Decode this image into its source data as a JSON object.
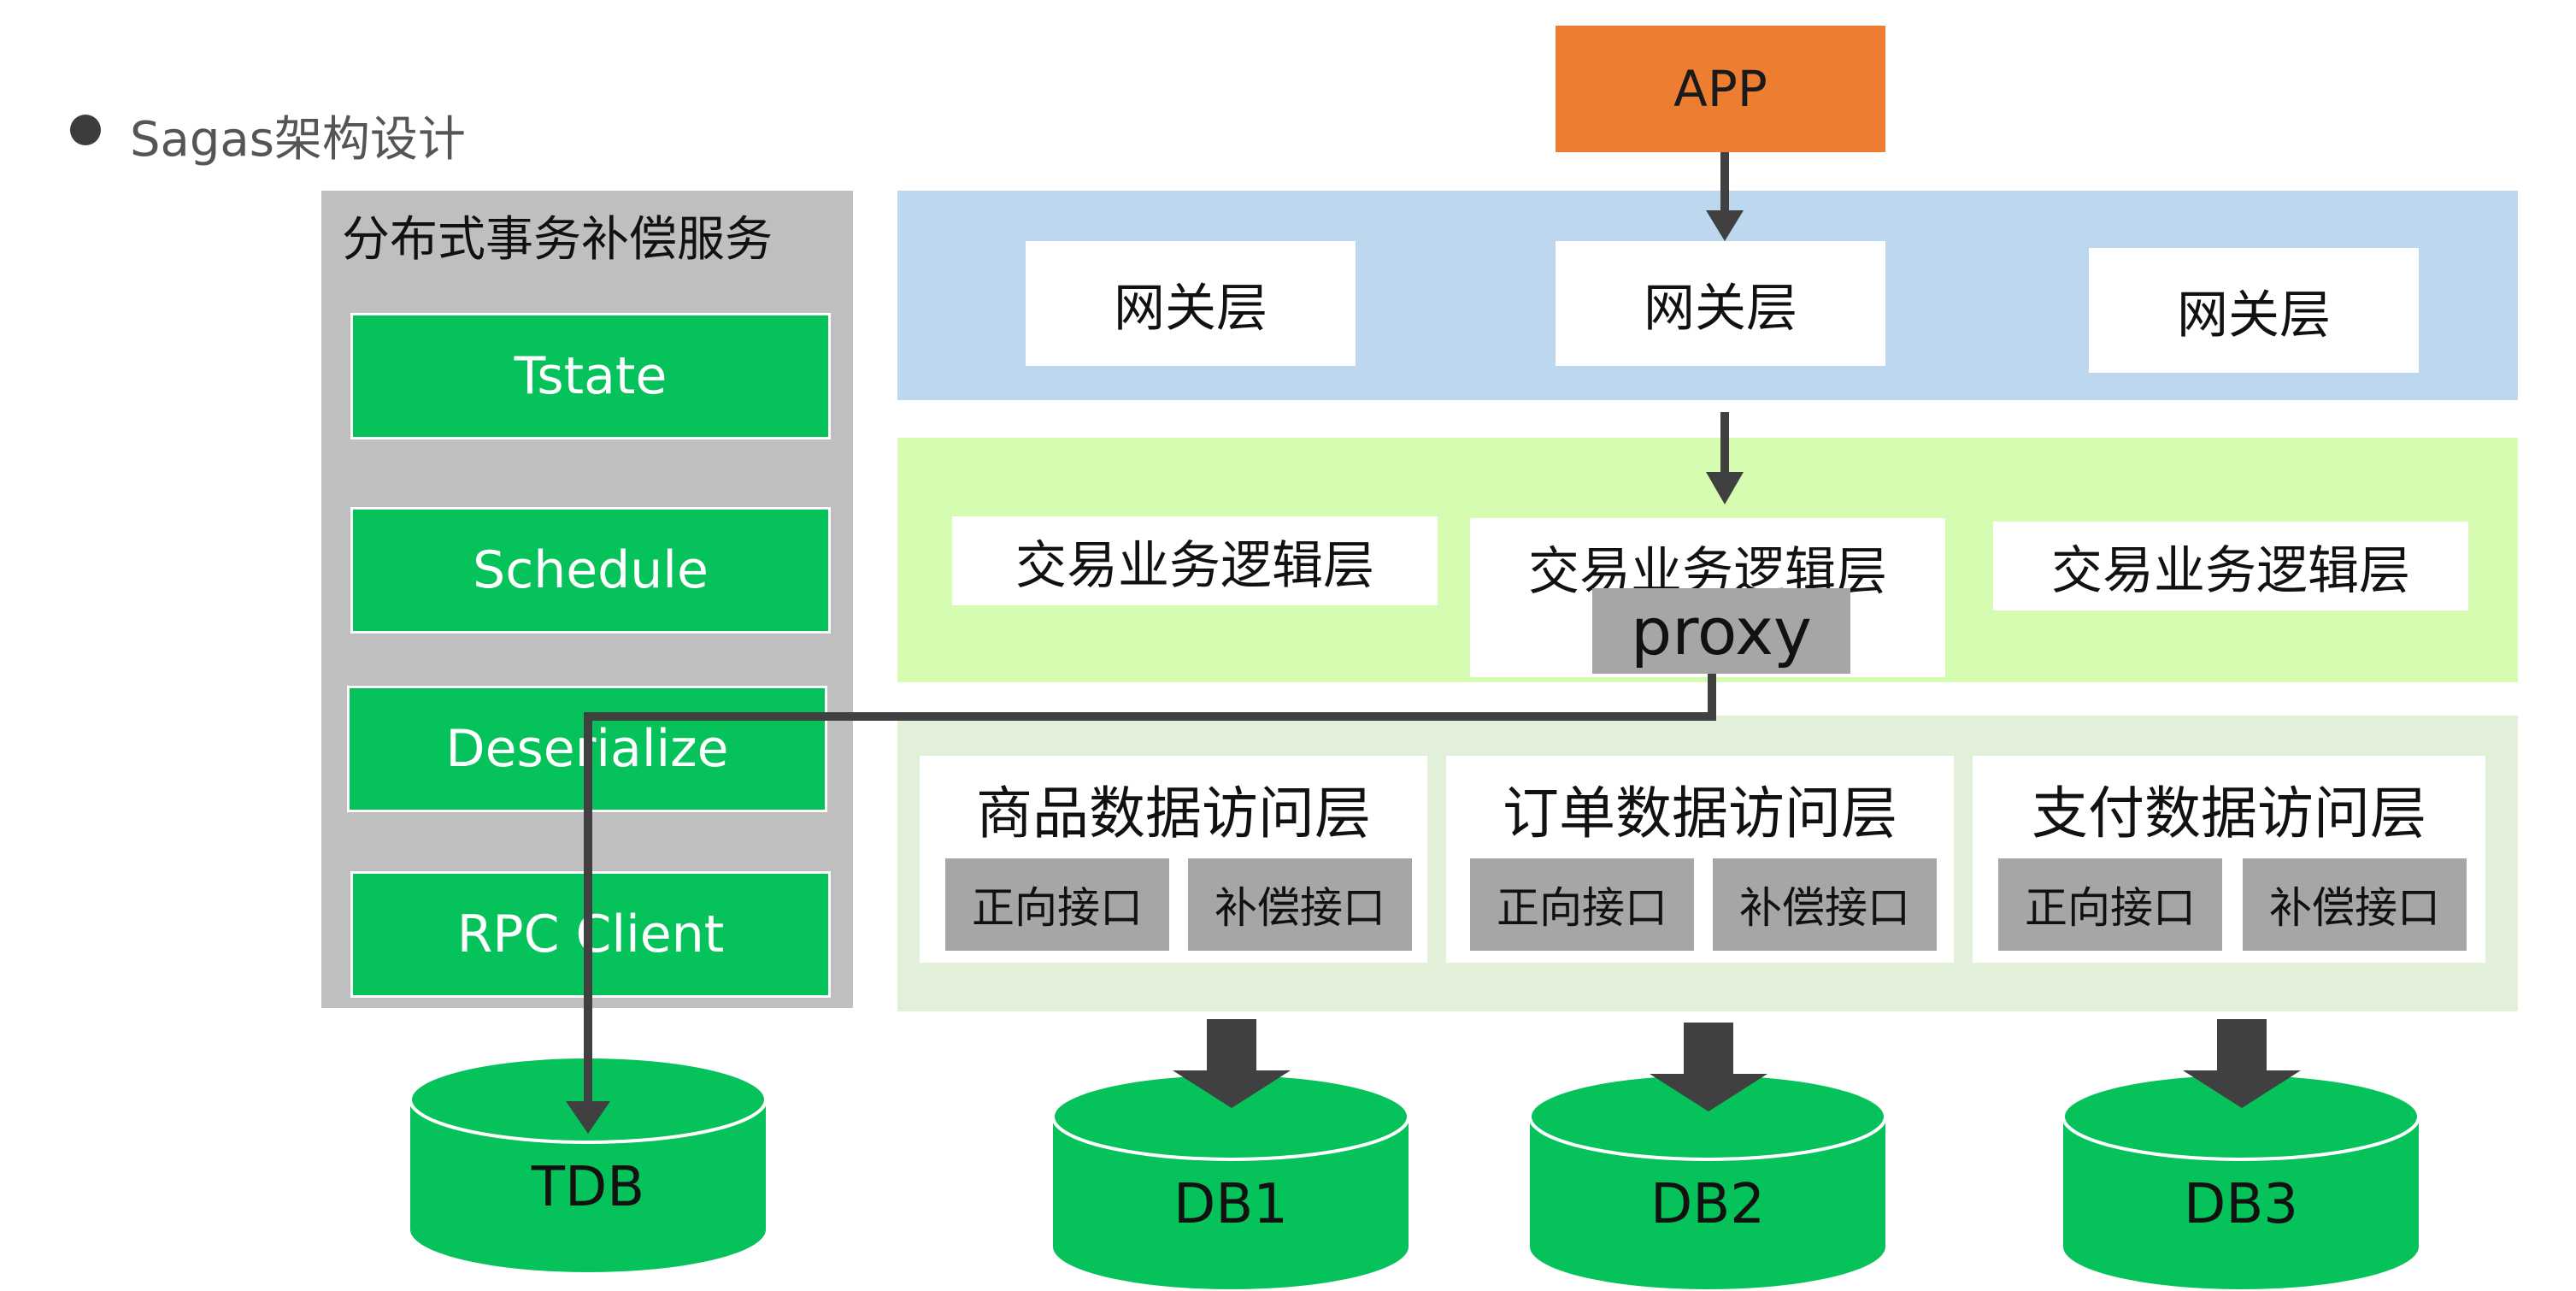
{
  "bullet": {
    "text": "Sagas架构设计"
  },
  "saga_service": {
    "title": "分布式事务补偿服务",
    "components": [
      "Tstate",
      "Schedule",
      "Deserialize",
      "RPC Client"
    ]
  },
  "app": {
    "label": "APP"
  },
  "gateway": {
    "labels": [
      "网关层",
      "网关层",
      "网关层"
    ]
  },
  "logic": {
    "labels": [
      "交易业务逻辑层",
      "交易业务逻辑层",
      "交易业务逻辑层"
    ],
    "proxy": "proxy"
  },
  "data_access": {
    "groups": [
      {
        "title": "商品数据访问层",
        "forward": "正向接口",
        "compensate": "补偿接口"
      },
      {
        "title": "订单数据访问层",
        "forward": "正向接口",
        "compensate": "补偿接口"
      },
      {
        "title": "支付数据访问层",
        "forward": "正向接口",
        "compensate": "补偿接口"
      }
    ]
  },
  "databases": {
    "tdb": "TDB",
    "items": [
      "DB1",
      "DB2",
      "DB3"
    ]
  },
  "colors": {
    "app": "#ed7d31",
    "green": "#06c25a",
    "gray_panel": "#bfbfbf",
    "gateway_band": "#bcd7ee",
    "logic_band": "#d6fcb2",
    "data_band": "#e2efd9",
    "interface": "#a6a6a6",
    "arrow": "#404040"
  }
}
